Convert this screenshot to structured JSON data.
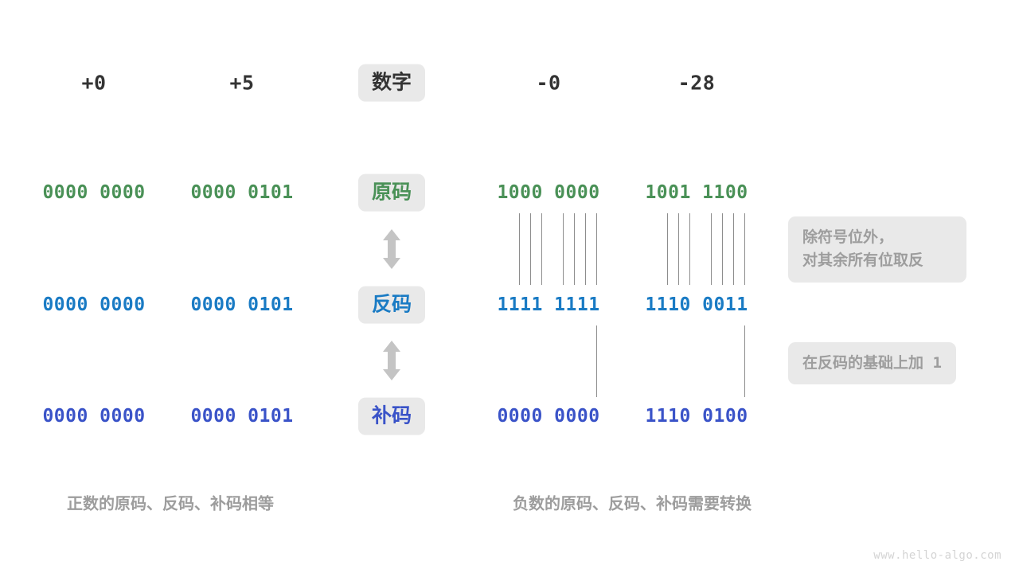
{
  "watermark": "www.hello-algo.com",
  "colors": {
    "sign_magnitude": "#4a9157",
    "ones_complement": "#1a7bc4",
    "twos_complement": "#3a53c8",
    "badge_bg": "#e9e9e9",
    "note_text": "#9d9d9d",
    "header_text": "#333333",
    "line": "#8d8d8d",
    "background": "#ffffff"
  },
  "row_labels": {
    "header": "数字",
    "sign_magnitude": "原码",
    "ones_complement": "反码",
    "twos_complement": "补码"
  },
  "columns": {
    "pos_zero": "+0",
    "pos_five": "+5",
    "neg_zero": "-0",
    "neg_twentyeight": "-28"
  },
  "values": {
    "sign_magnitude": {
      "pos_zero": "0000 0000",
      "pos_five": "0000 0101",
      "neg_zero": "1000 0000",
      "neg_twentyeight": "1001 1100"
    },
    "ones_complement": {
      "pos_zero": "0000 0000",
      "pos_five": "0000 0101",
      "neg_zero": "1111 1111",
      "neg_twentyeight": "1110 0011"
    },
    "twos_complement": {
      "pos_zero": "0000 0000",
      "pos_five": "0000 0101",
      "neg_zero": "0000 0000",
      "neg_twentyeight": "1110 0100"
    }
  },
  "notes": {
    "invert": "除符号位外，\n对其余所有位取反",
    "add_one_prefix": "在反码的基础上加",
    "add_one_value": "1"
  },
  "captions": {
    "positive": "正数的原码、反码、补码相等",
    "negative": "负数的原码、反码、补码需要转换"
  },
  "arrows": {
    "first": "double-arrow-vertical",
    "second": "double-arrow-vertical"
  }
}
